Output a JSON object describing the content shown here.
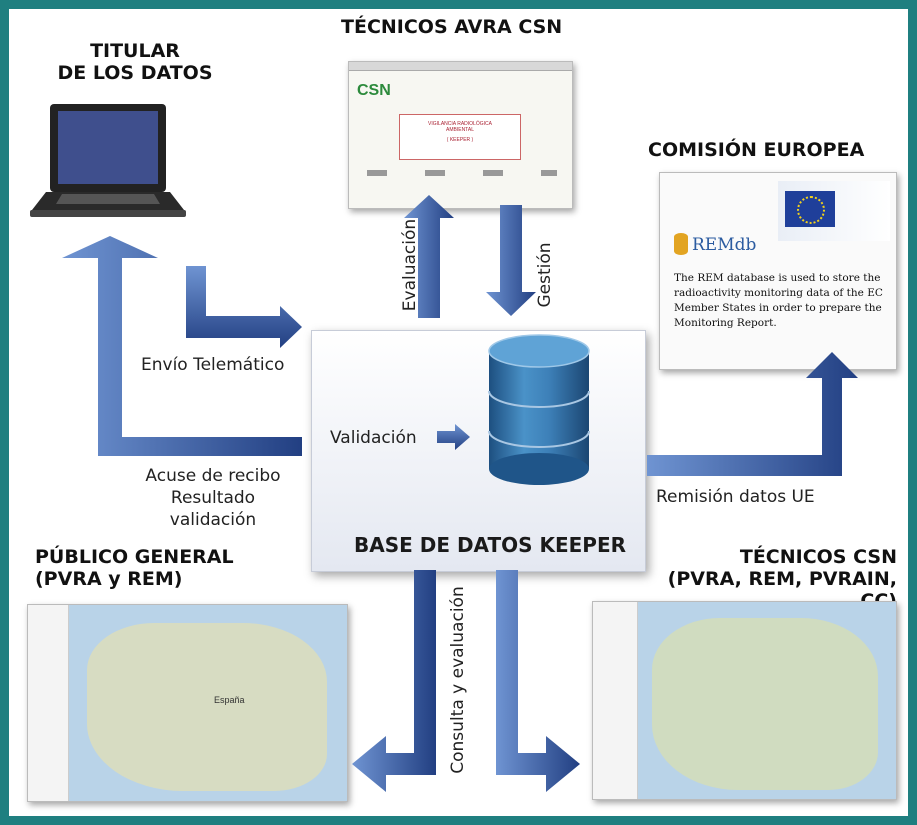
{
  "nodes": {
    "titular": {
      "line1": "TITULAR",
      "line2": "DE LOS DATOS"
    },
    "tecnicos_avra": {
      "title": "TÉCNICOS AVRA CSN"
    },
    "comision": {
      "title": "COMISIÓN EUROPEA"
    },
    "publico": {
      "line1": "PÚBLICO GENERAL",
      "line2": "(PVRA y REM)"
    },
    "tecnicos_csn": {
      "line1": "TÉCNICOS CSN",
      "line2": "(PVRA, REM, PVRAIN, CC)"
    },
    "base": {
      "title": "BASE DE DATOS KEEPER"
    }
  },
  "flows": {
    "envio": "Envío Telemático",
    "acuse_line1": "Acuse de recibo",
    "acuse_line2": "Resultado validación",
    "validacion": "Validación",
    "evaluacion": "Evaluación",
    "gestion": "Gestión",
    "remision": "Remisión datos UE",
    "consulta": "Consulta y evaluación"
  },
  "avra_screen": {
    "logo": "CSN",
    "line1": "VIGILANCIA RADIOLÓGICA",
    "line2": "AMBIENTAL",
    "line3": "( KEEPER )"
  },
  "rem_screen": {
    "logo": "REMdb",
    "text": "The REM database is used to store the radioactivity monitoring data of the EC Member States in order to prepare the Monitoring Report."
  },
  "map_labels": {
    "spain": "España"
  },
  "colors": {
    "frame": "#1f7f80",
    "arrow": "#2f5ca8",
    "arrow_dark": "#1c3f7d",
    "cylinder": "#2e6fa6"
  }
}
